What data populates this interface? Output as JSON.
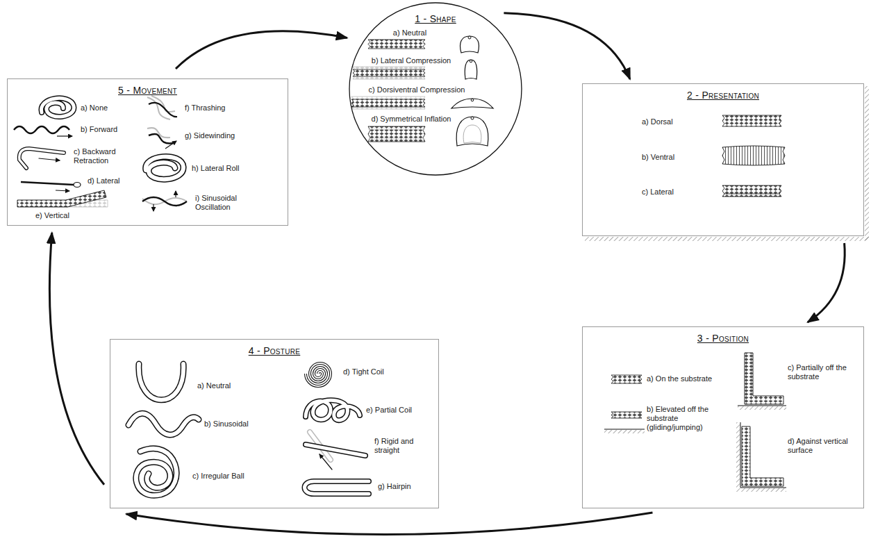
{
  "diagram": {
    "nodes": [
      {
        "text": [
          "1 - Shape",
          "a) Neutral",
          "b) Lateral Compression",
          "c) Dorsiventral Compression",
          "d) Symmetrical Inflation"
        ]
      },
      {
        "text": [
          "2 - Presentation",
          "a) Dorsal",
          "b) Ventral",
          "c) Lateral"
        ]
      },
      {
        "text": [
          "3 - Position",
          "a) On the substrate",
          "b) Elevated off the substrate (gliding/jumping)",
          "c) Partially off the substrate",
          "d) Against vertical surface"
        ]
      },
      {
        "text": [
          "4 - Posture",
          "a) Neutral",
          "b) Sinusoidal",
          "c) Irregular Ball",
          "d) Tight Coil",
          "e) Partial Coil",
          "f) Rigid and straight",
          "g) Hairpin"
        ]
      },
      {
        "text": [
          "5 - Movement",
          "a) None",
          "b) Forward",
          "c) Backward Retraction",
          "d) Lateral",
          "e) Vertical",
          "f) Thrashing",
          "g) Sidewinding",
          "h) Lateral Roll",
          "i) Sinusoidal Oscillation"
        ]
      }
    ],
    "edges": [
      {
        "from": 0,
        "to": 1,
        "arrow": "to"
      },
      {
        "from": 1,
        "to": 2,
        "arrow": "to"
      },
      {
        "from": 2,
        "to": 3,
        "arrow": "to"
      },
      {
        "from": 3,
        "to": 4,
        "arrow": "to"
      },
      {
        "from": 4,
        "to": 0,
        "arrow": "to"
      }
    ]
  }
}
